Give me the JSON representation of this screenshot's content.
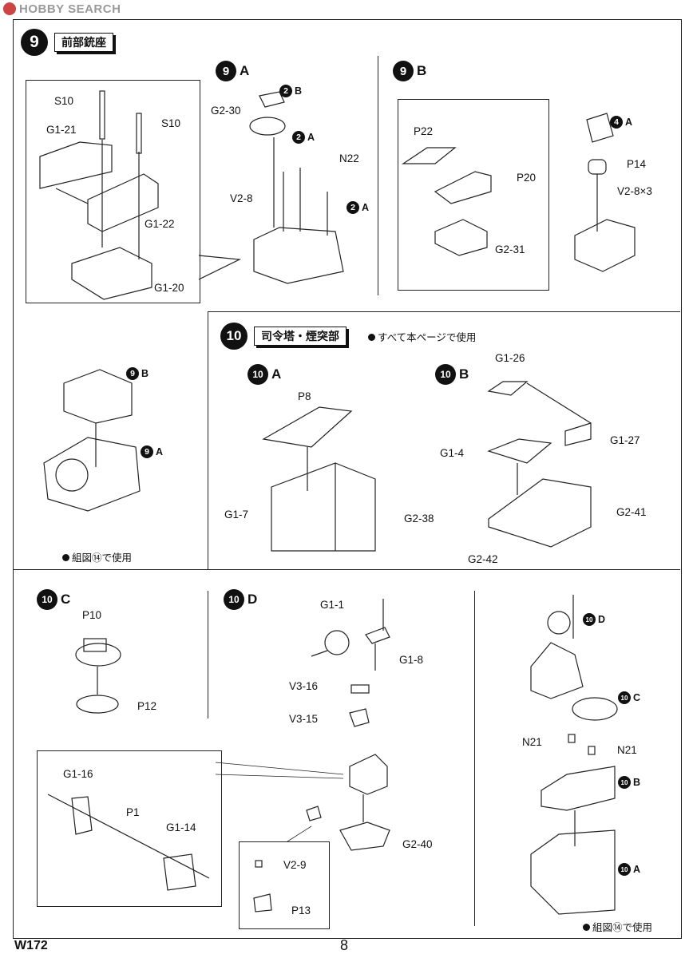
{
  "watermark": "HOBBY SEARCH",
  "step9": {
    "number": "9",
    "title": "前部銃座",
    "sub_a": {
      "num": "9",
      "letter": "A"
    },
    "sub_b": {
      "num": "9",
      "letter": "B"
    },
    "left_labels": {
      "s10a": "S10",
      "s10b": "S10",
      "g1_21": "G1-21",
      "g1_22": "G1-22",
      "g1_20": "G1-20"
    },
    "a_labels": {
      "g2_30": "G2-30",
      "n22": "N22",
      "v2_8": "V2-8",
      "ref_2b_num": "2",
      "ref_2b_letter": "B",
      "ref_2a1_num": "2",
      "ref_2a1_letter": "A",
      "ref_2a2_num": "2",
      "ref_2a2_letter": "A"
    },
    "b_labels": {
      "p22": "P22",
      "p20": "P20",
      "g2_31": "G2-31",
      "p14": "P14",
      "v2_8x3": "V2-8×3",
      "ref_4a_num": "4",
      "ref_4a_letter": "A"
    },
    "assembly": {
      "ref_9b_num": "9",
      "ref_9b_letter": "B",
      "ref_9a_num": "9",
      "ref_9a_letter": "A",
      "note": "組図⑭で使用"
    }
  },
  "step10": {
    "number": "10",
    "title": "司令塔・煙突部",
    "note": "すべて本ページで使用",
    "sub_a": {
      "num": "10",
      "letter": "A",
      "p8": "P8",
      "g1_7": "G1-7",
      "g2_38": "G2-38"
    },
    "sub_b": {
      "num": "10",
      "letter": "B",
      "g1_26": "G1-26",
      "g1_27": "G1-27",
      "g1_4": "G1-4",
      "g2_41": "G2-41",
      "g2_42": "G2-42"
    },
    "sub_c": {
      "num": "10",
      "letter": "C",
      "p10": "P10",
      "p12": "P12"
    },
    "sub_d": {
      "num": "10",
      "letter": "D",
      "g1_1": "G1-1",
      "g1_8": "G1-8",
      "v3_16": "V3-16",
      "v3_15": "V3-15",
      "g2_40": "G2-40",
      "v2_9": "V2-9",
      "p13": "P13",
      "g1_16": "G1-16",
      "p1": "P1",
      "g1_14": "G1-14"
    },
    "final": {
      "ref_d_num": "10",
      "ref_d_letter": "D",
      "ref_c_num": "10",
      "ref_c_letter": "C",
      "n21a": "N21",
      "n21b": "N21",
      "ref_b_num": "10",
      "ref_b_letter": "B",
      "ref_a_num": "10",
      "ref_a_letter": "A",
      "note": "組図⑭で使用"
    }
  },
  "footer": {
    "code": "W172",
    "page": "8"
  }
}
